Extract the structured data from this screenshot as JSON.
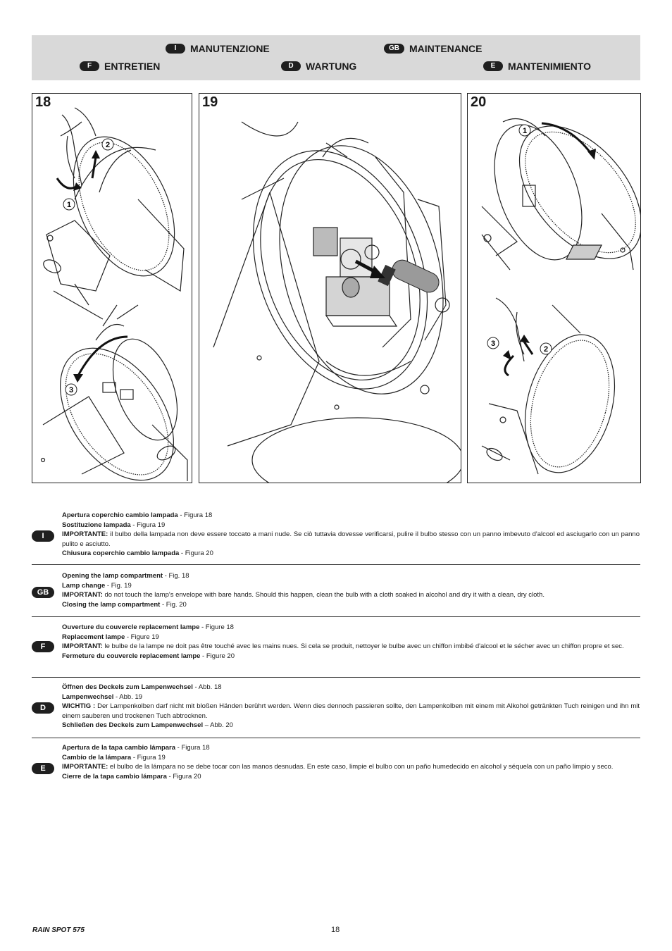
{
  "header": {
    "items": [
      {
        "code": "I",
        "label": "MANUTENZIONE"
      },
      {
        "code": "GB",
        "label": "MAINTENANCE"
      },
      {
        "code": "F",
        "label": "ENTRETIEN"
      },
      {
        "code": "D",
        "label": "WARTUNG"
      },
      {
        "code": "E",
        "label": "MANTENIMIENTO"
      }
    ]
  },
  "figures": {
    "fig18": {
      "number": "18",
      "callouts": [
        "2",
        "1",
        "3"
      ]
    },
    "fig19": {
      "number": "19"
    },
    "fig20": {
      "number": "20",
      "callouts": [
        "1",
        "3",
        "2"
      ]
    }
  },
  "sections": [
    {
      "code": "I",
      "l1_bold": "Apertura coperchio cambio lampada",
      "l1_rest": " - Figura 18",
      "l2_bold": "Sostituzione lampada",
      "l2_rest": " - Figura 19",
      "l3_bold": "IMPORTANTE:",
      "l3_rest": " il bulbo della lampada non deve essere toccato a mani nude. Se ciò tuttavia dovesse verificarsi, pulire il bulbo stesso con un panno imbevuto d'alcool ed asciugarlo con un panno pulito e asciutto.",
      "l4_bold": "Chiusura coperchio cambio lampada",
      "l4_rest": " - Figura 20"
    },
    {
      "code": "GB",
      "l1_bold": "Opening the lamp compartment",
      "l1_rest": " - Fig. 18",
      "l2_bold": "Lamp change",
      "l2_rest": " - Fig. 19",
      "l3_bold": "IMPORTANT:",
      "l3_rest": " do not touch the lamp's envelope with bare hands. Should this happen, clean the bulb with a cloth soaked in alcohol and dry it with a clean, dry cloth.",
      "l4_bold": "Closing the lamp compartment",
      "l4_rest": " - Fig. 20"
    },
    {
      "code": "F",
      "l1_bold": "Ouverture du couvercle replacement lampe",
      "l1_rest": " - Figure 18",
      "l2_bold": "Replacement lampe",
      "l2_rest": " - Figure 19",
      "l3_bold": "IMPORTANT:",
      "l3_rest": " le bulbe de la lampe ne doit pas être touché avec les mains nues. Si cela se produit, nettoyer le bulbe avec un chiffon imbibé d'alcool et le sécher avec un chiffon propre et sec.",
      "l4_bold": "Fermeture du couvercle replacement lampe",
      "l4_rest": " - Figure 20"
    },
    {
      "code": "D",
      "l1_bold": "Öffnen des Deckels zum Lampenwechsel",
      "l1_rest": " - Abb. 18",
      "l2_bold": "Lampenwechsel",
      "l2_rest": " - Abb. 19",
      "l3_bold": "WICHTIG :",
      "l3_rest": " Der Lampenkolben darf nicht mit bloßen Händen berührt werden. Wenn dies dennoch passieren sollte, den Lampenkolben mit einem mit Alkohol getränkten Tuch reinigen und ihn mit einem sauberen und trockenen Tuch abtrocknen.",
      "l4_bold": "Schließen des Deckels zum Lampenwechsel",
      "l4_rest": " – Abb. 20"
    },
    {
      "code": "E",
      "l1_bold": "Apertura de la tapa cambio lámpara",
      "l1_rest": " - Figura 18",
      "l2_bold": "Cambio de la lámpara",
      "l2_rest": " - Figura 19",
      "l3_bold": "IMPORTANTE:",
      "l3_rest": " el bulbo de la lámpara no se debe tocar con las manos desnudas. En este caso, limpie el bulbo con un paño humedecido en alcohol y séquela con un paño limpio y seco.",
      "l4_bold": "Cierre de la tapa cambio lámpara",
      "l4_rest": " - Figura 20"
    }
  ],
  "footer": {
    "product": "RAIN SPOT 575",
    "page": "18"
  }
}
